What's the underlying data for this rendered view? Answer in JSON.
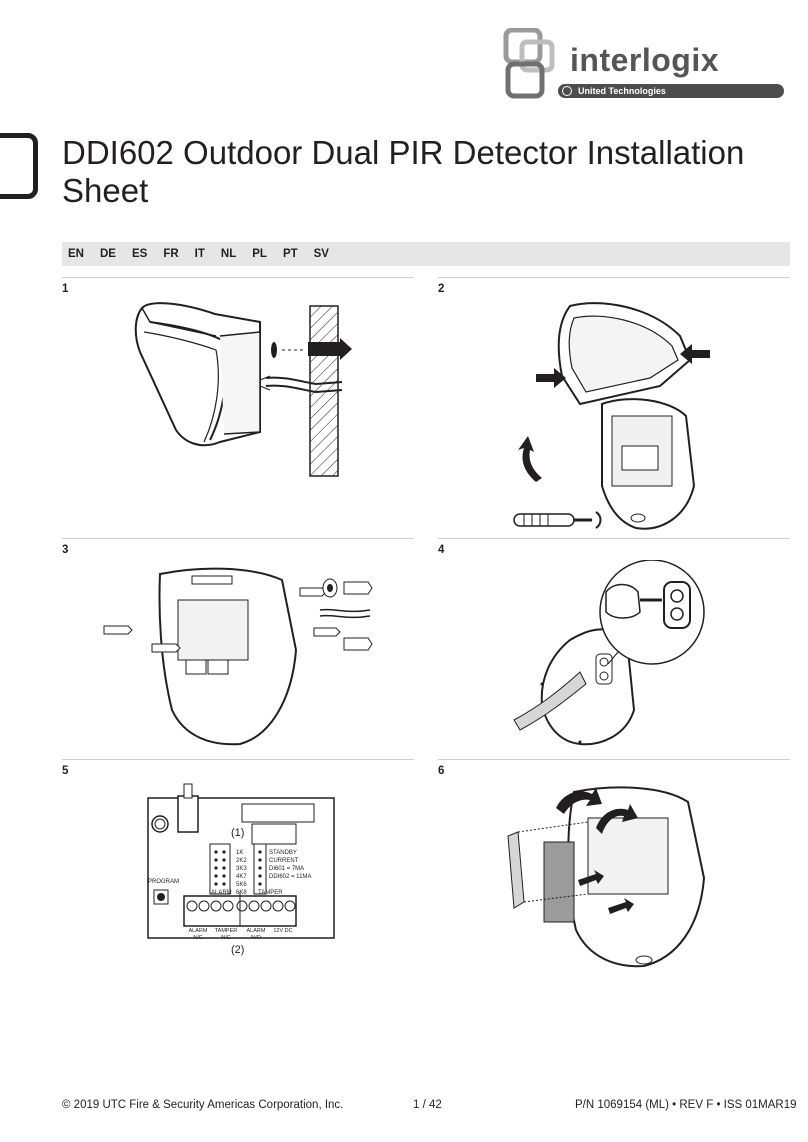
{
  "brand": {
    "name": "interlogix",
    "tagline": "United Technologies"
  },
  "document": {
    "title": "DDI602 Outdoor Dual PIR Detector Installation Sheet"
  },
  "languages": [
    "EN",
    "DE",
    "ES",
    "FR",
    "IT",
    "NL",
    "PL",
    "PT",
    "SV"
  ],
  "steps": [
    {
      "number": "1"
    },
    {
      "number": "2"
    },
    {
      "number": "3"
    },
    {
      "number": "4"
    },
    {
      "number": "5"
    },
    {
      "number": "6"
    }
  ],
  "figure5": {
    "callout1": "(1)",
    "callout2": "(2)",
    "jumper_values": [
      "1K",
      "2K2",
      "3K3",
      "4K7",
      "5K6",
      "6K8"
    ],
    "standby_lines": [
      "STANDBY",
      "CURRENT",
      "DI601 = 7MA",
      "DDI602 = 11MA"
    ],
    "label_alarm": "ALARM",
    "label_tamper": "TAMPER",
    "label_program": "PROGRAM",
    "terminals": [
      {
        "line1": "ALARM",
        "line2": "N/C"
      },
      {
        "line1": "TAMPER",
        "line2": "N/C"
      },
      {
        "line1": "ALARM",
        "line2": "N/O"
      },
      {
        "line1": "12V DC",
        "line2": ""
      }
    ]
  },
  "footer": {
    "copyright": "© 2019 UTC Fire & Security Americas Corporation, Inc.",
    "page": "1 / 42",
    "part_number": "P/N 1069154 (ML) • REV F • ISS 01MAR19"
  }
}
